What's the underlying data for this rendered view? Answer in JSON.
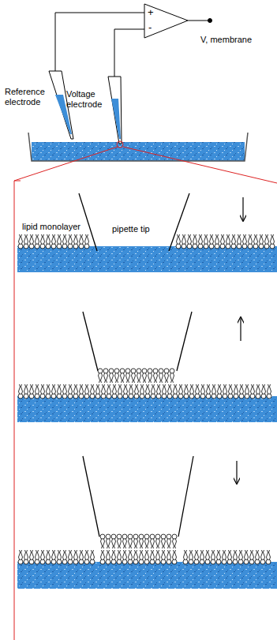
{
  "diagram": {
    "labels": [
      "+",
      "-",
      "V, membrane",
      "Reference electrode",
      "Voltage electrode",
      "lipid monolayer",
      "pipette tip"
    ]
  }
}
